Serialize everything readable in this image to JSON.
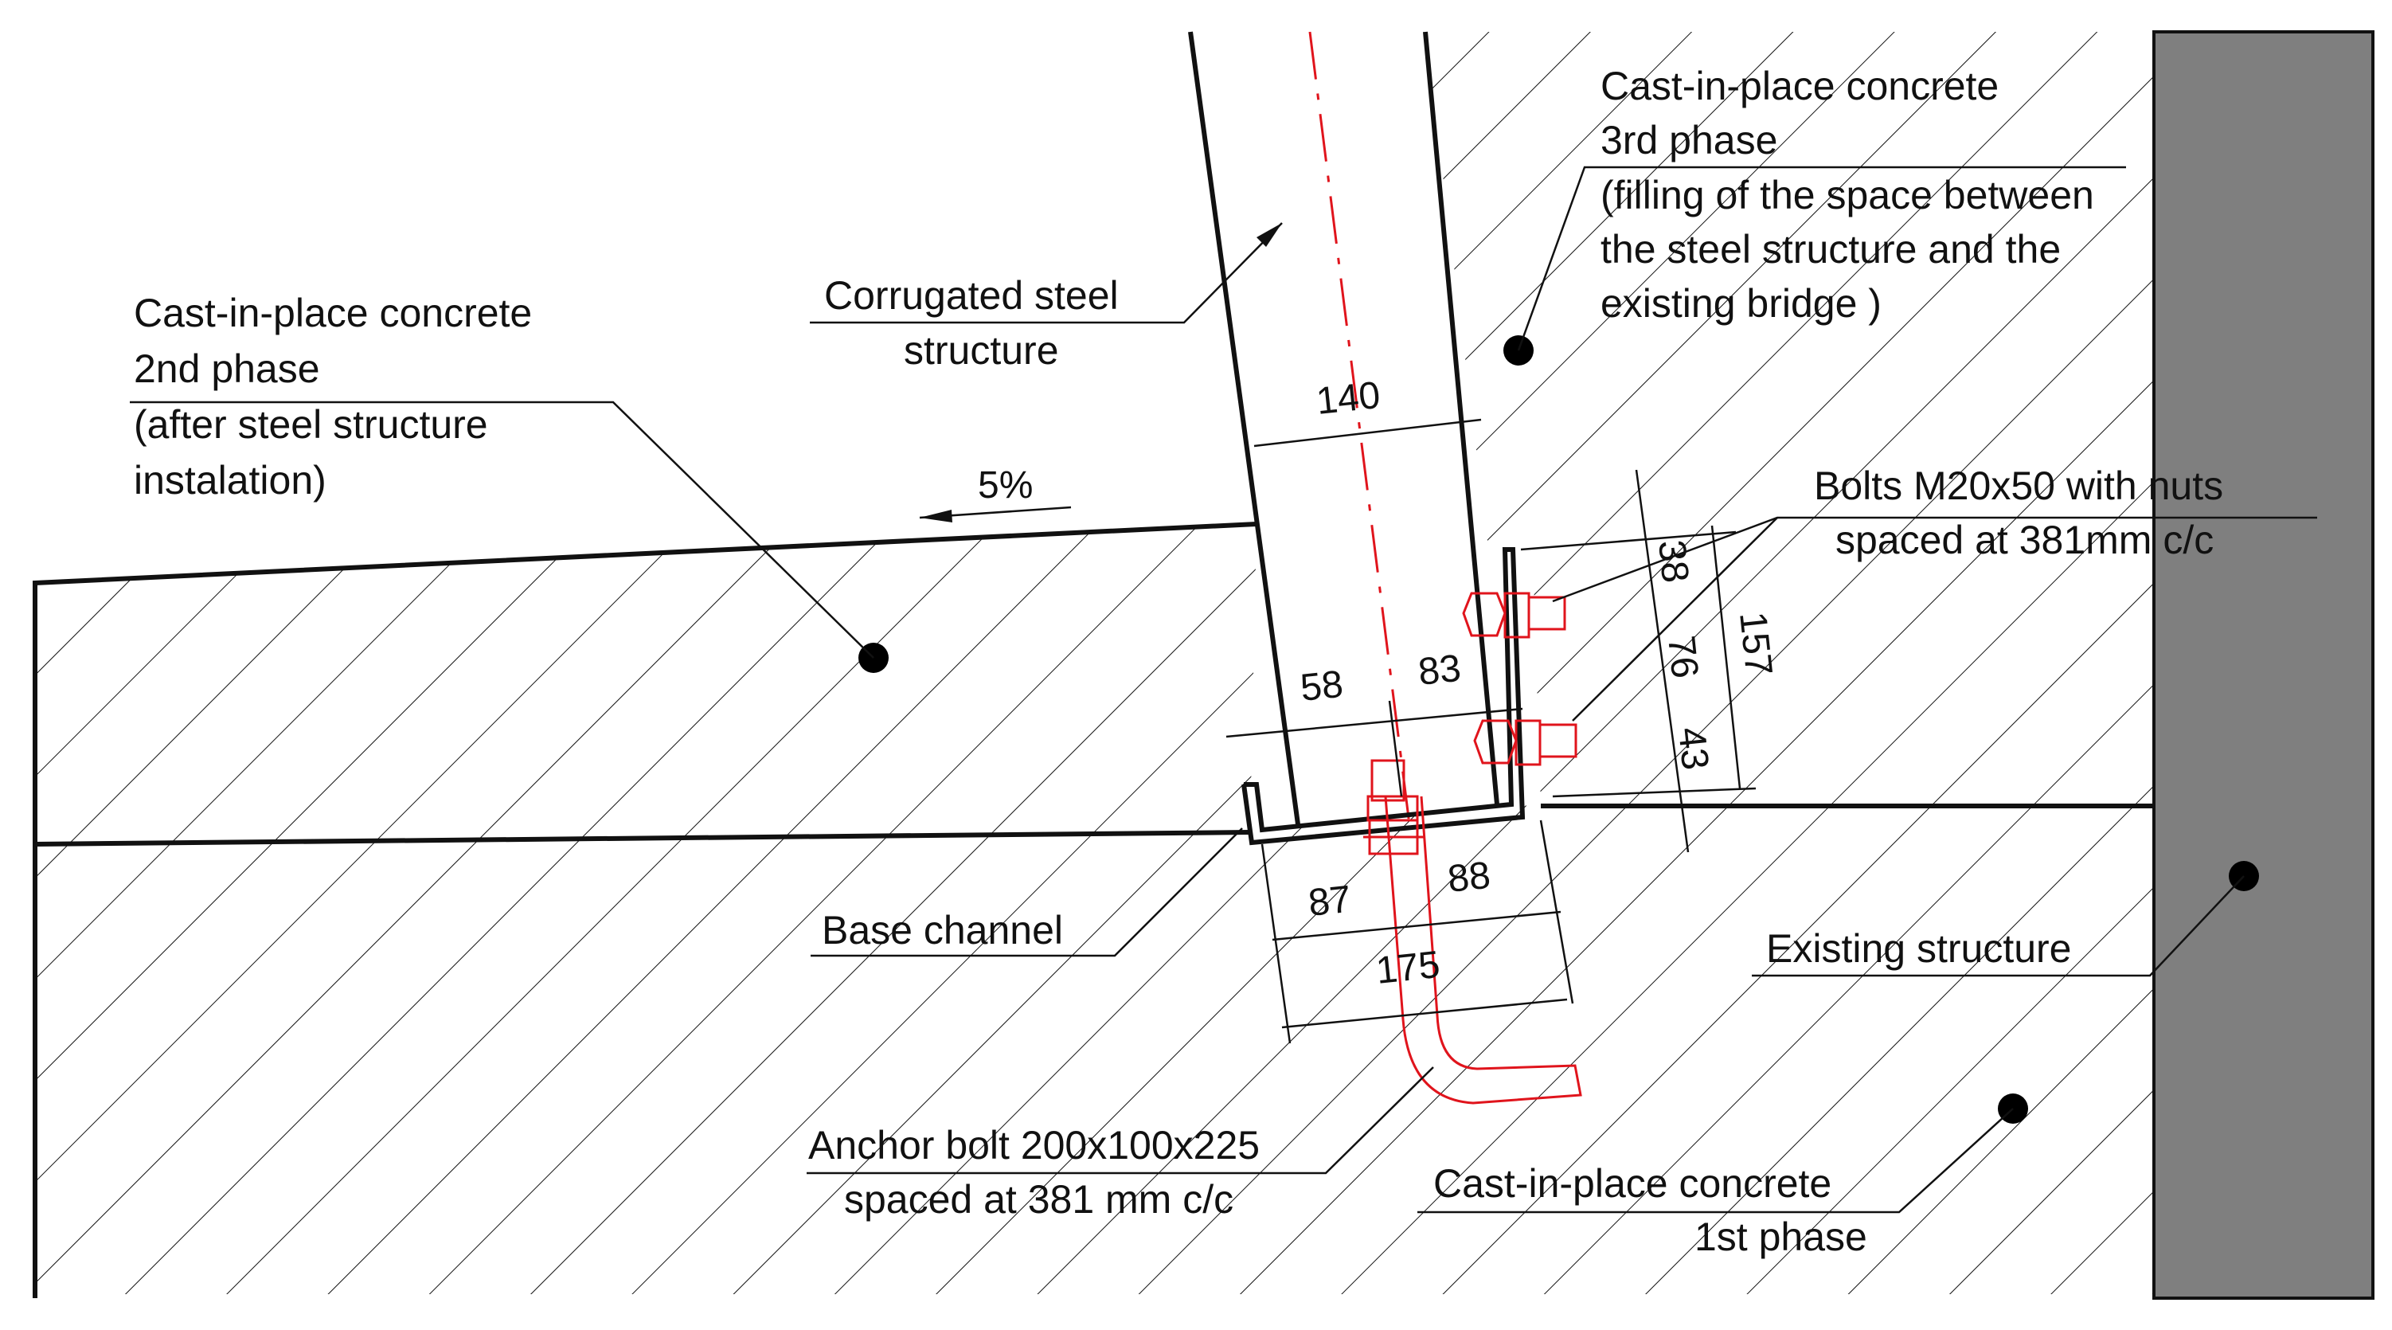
{
  "colors": {
    "line": "#111111",
    "existing_structure_fill": "#7f7f7f",
    "red_elements": "#e0141c",
    "background": "#ffffff"
  },
  "labels": {
    "concrete_2nd_phase": [
      "Cast-in-place concrete",
      "2nd phase",
      "(after steel structure",
      "instalation)"
    ],
    "corrugated_steel": [
      "Corrugated steel",
      "structure"
    ],
    "concrete_3rd_phase": [
      "Cast-in-place concrete",
      "3rd phase",
      "(filling of the space between",
      "the steel structure and the",
      "existing bridge )"
    ],
    "bolts": [
      "Bolts M20x50 with nuts",
      "spaced at 381mm c/c"
    ],
    "base_channel": "Base channel",
    "existing_structure": "Existing structure",
    "anchor_bolt": [
      "Anchor bolt 200x100x225",
      "spaced at 381 mm c/c"
    ],
    "concrete_1st_phase": [
      "Cast-in-place concrete",
      "1st phase"
    ],
    "slope": "5%"
  },
  "dimensions": {
    "steel_width": "140",
    "left_offset": "58",
    "right_offset": "83",
    "bolt_top": "38",
    "bolt_spacing": "76",
    "bolt_bottom": "43",
    "bolt_total": "157",
    "base_left": "87",
    "base_right": "88",
    "base_total": "175"
  }
}
